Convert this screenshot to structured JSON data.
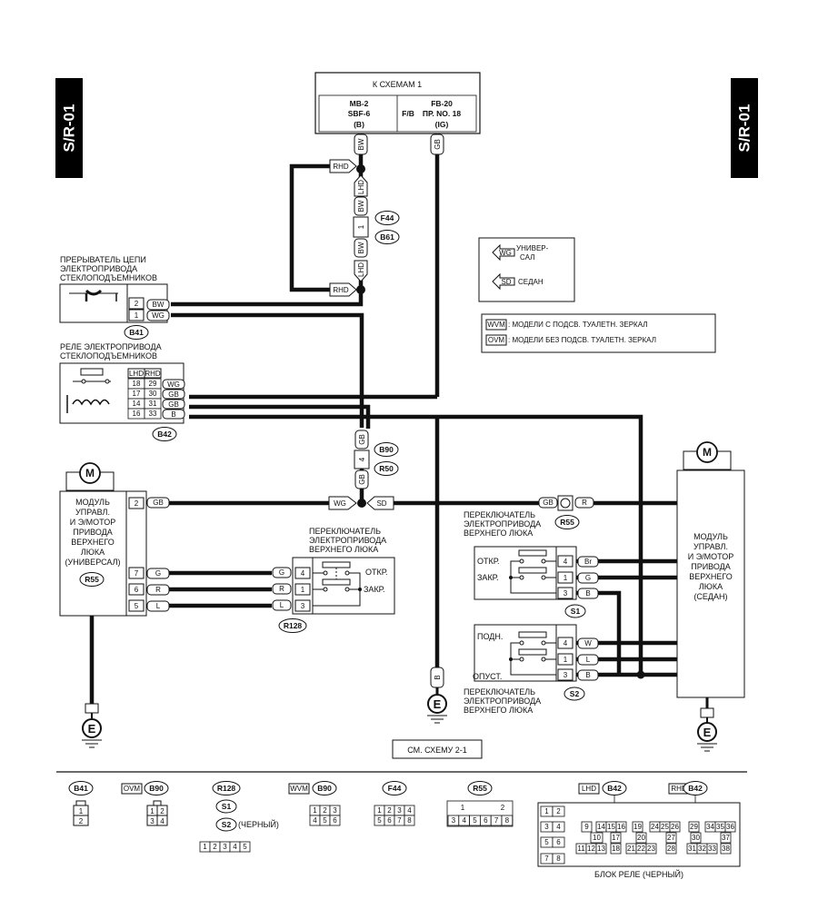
{
  "page_tag": "S/R-01",
  "header_box": {
    "title": "К СХЕМАМ 1",
    "left": [
      "MB-2",
      "SBF-6",
      "(B)"
    ],
    "right_prefix": "F/B",
    "right": [
      "FB-20",
      "ПР. NO. 18",
      "(IG)"
    ]
  },
  "wires": {
    "bw": "BW",
    "gb": "GB",
    "wg": "WG",
    "b": "B",
    "g": "G",
    "r": "R",
    "l": "L",
    "w": "W",
    "br": "Br"
  },
  "tags": {
    "rhd": "RHD",
    "lhd": "LHD",
    "wg": "WG",
    "sd": "SD",
    "wvm": "WVM",
    "ovm": "OVM"
  },
  "connectors": {
    "b41": "B41",
    "b42": "B42",
    "b61": "B61",
    "f44": "F44",
    "b90": "B90",
    "r50": "R50",
    "r55": "R55",
    "r128": "R128",
    "s1": "S1",
    "s2": "S2"
  },
  "legend": {
    "wagon": [
      "УНИВЕР-",
      "САЛ"
    ],
    "sedan": "СЕДАН",
    "wvm_text": ": МОДЕЛИ С ПОДСВ. ТУАЛЕТН. ЗЕРКАЛ",
    "ovm_text": ": МОДЕЛИ БЕЗ ПОДСВ. ТУАЛЕТН. ЗЕРКАЛ"
  },
  "breaker": {
    "title": [
      "ПРЕРЫВАТЕЛЬ ЦЕПИ",
      "ЭЛЕКТРОПРИВОДА",
      "СТЕКЛОПОДЪЕМНИКОВ"
    ],
    "pins": [
      "2",
      "1"
    ]
  },
  "relay": {
    "title": [
      "РЕЛЕ ЭЛЕКТРОПРИВОДА",
      "СТЕКЛОПОДЪЕМНИКОВ"
    ],
    "rows": [
      [
        "18",
        "29",
        "WG"
      ],
      [
        "17",
        "30",
        "GB"
      ],
      [
        "14",
        "31",
        "GB"
      ],
      [
        "16",
        "33",
        "B"
      ]
    ]
  },
  "module_wagon": {
    "title": [
      "МОДУЛЬ",
      "УПРАВЛ.",
      "И Э/МОТОР",
      "ПРИВОДА",
      "ВЕРХНЕГО",
      "ЛЮКА",
      "(УНИВЕРСАЛ)"
    ],
    "pins": [
      "2",
      "7",
      "6",
      "5"
    ]
  },
  "module_sedan": {
    "title": [
      "МОДУЛЬ",
      "УПРАВЛ.",
      "И Э/МОТОР",
      "ПРИВОДА",
      "ВЕРХНЕГО",
      "ЛЮКА",
      "(СЕДАН)"
    ]
  },
  "motor_symbol": "M",
  "ground_symbol": "E",
  "inline_pins": {
    "b61": "1",
    "b90": "4"
  },
  "switch_r128": {
    "title": [
      "ПЕРЕКЛЮЧАТЕЛЬ",
      "ЭЛЕКТРОПРИВОДА",
      "ВЕРХНЕГО ЛЮКА"
    ],
    "pins": [
      "4",
      "1",
      "3"
    ],
    "open": "ОТКР.",
    "close": "ЗАКР."
  },
  "switch_s": {
    "title": [
      "ПЕРЕКЛЮЧАТЕЛЬ",
      "ЭЛЕКТРОПРИВОДА",
      "ВЕРХНЕГО ЛЮКА"
    ],
    "s1_open": "ОТКР.",
    "s1_close": "ЗАКР.",
    "s1_pins": [
      "4",
      "1",
      "3"
    ],
    "s2_up": "ПОДН.",
    "s2_down": "ОПУСТ.",
    "s2_pins": [
      "4",
      "1",
      "3"
    ]
  },
  "see_scheme": "СМ. СХЕМУ 2-1",
  "bottom": {
    "b41_pins": [
      "1",
      "2"
    ],
    "b90_pins": [
      "1",
      "2",
      "3",
      "4",
      "5",
      "6"
    ],
    "r128_pins": [
      "1",
      "2",
      "3",
      "4",
      "5"
    ],
    "s2_note": "(ЧЕРНЫЙ)",
    "f44_pins": [
      "1",
      "2",
      "3",
      "4",
      "5",
      "6",
      "7",
      "8"
    ],
    "r55_pins": [
      "1",
      "2",
      "3",
      "4",
      "5",
      "6",
      "7",
      "8"
    ],
    "relay_block_label": "БЛОК РЕЛЕ (ЧЕРНЫЙ)",
    "relay_block_cells": [
      "1",
      "2",
      "3",
      "4",
      "5",
      "6",
      "7",
      "8",
      "9",
      "10",
      "11",
      "12",
      "13",
      "14",
      "15",
      "16",
      "17",
      "18",
      "19",
      "20",
      "21",
      "22",
      "23",
      "24",
      "25",
      "26",
      "27",
      "28",
      "29",
      "30",
      "31",
      "32",
      "33",
      "34",
      "35",
      "36",
      "37",
      "38"
    ]
  }
}
